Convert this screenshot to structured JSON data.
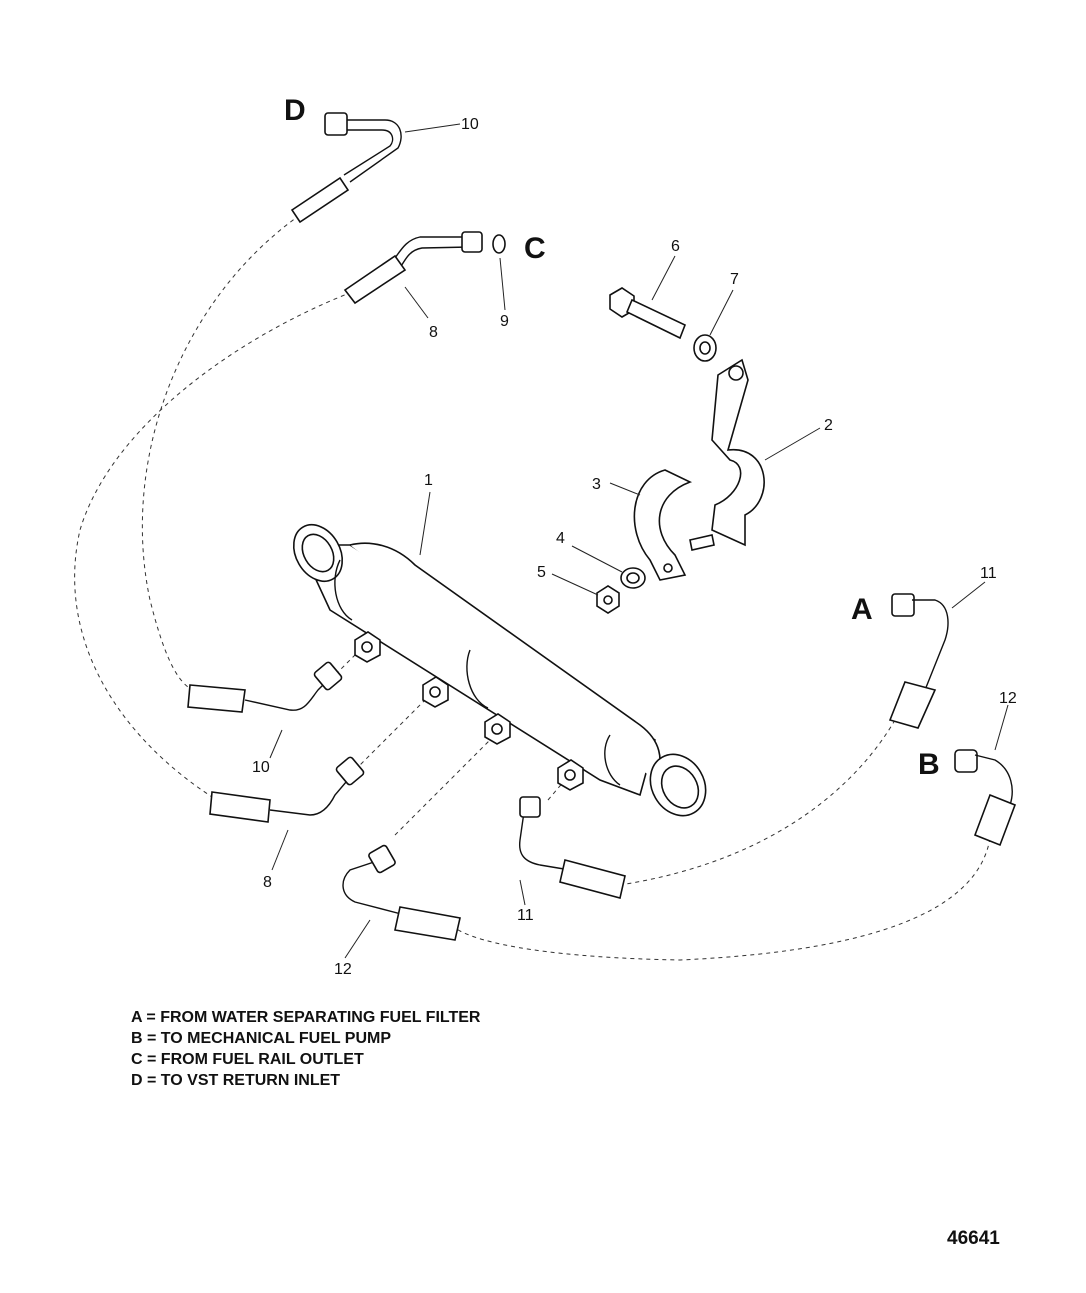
{
  "callouts": {
    "c1": "1",
    "c2": "2",
    "c3": "3",
    "c4": "4",
    "c5": "5",
    "c6": "6",
    "c7": "7",
    "c8a": "8",
    "c8b": "8",
    "c9": "9",
    "c10a": "10",
    "c10b": "10",
    "c11a": "11",
    "c11b": "11",
    "c12a": "12",
    "c12b": "12"
  },
  "connection_letters": {
    "a": "A",
    "b": "B",
    "c": "C",
    "d": "D"
  },
  "legend": [
    "A = FROM WATER SEPARATING FUEL FILTER",
    "B = TO MECHANICAL FUEL PUMP",
    "C = FROM FUEL RAIL OUTLET",
    "D = TO VST RETURN INLET"
  ],
  "figure_number": "46641"
}
